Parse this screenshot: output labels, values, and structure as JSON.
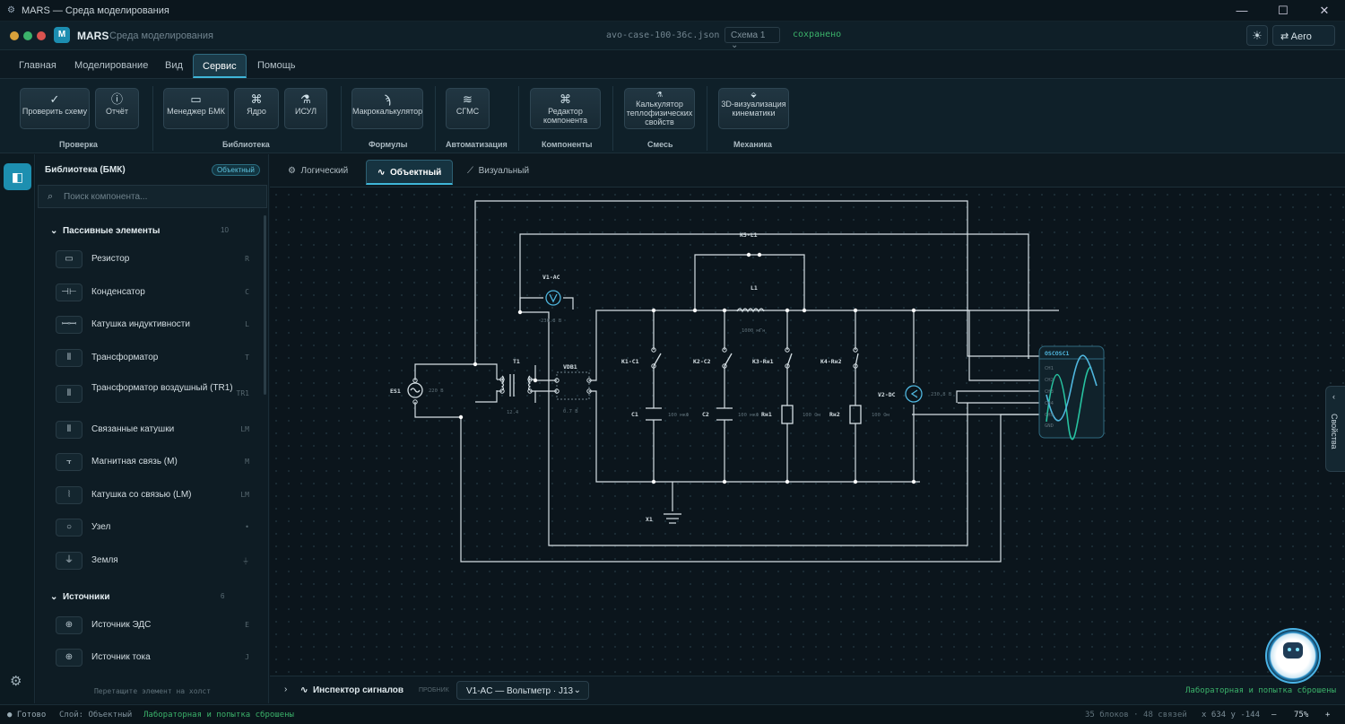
{
  "window": {
    "title": "MARS — Среда моделирования",
    "controls": [
      "—",
      "☐",
      "✕"
    ]
  },
  "header": {
    "app_name": "MARS",
    "app_subtitle": "Среда моделирования",
    "logo": "M",
    "file_name": "avo-case-100-36c.json",
    "scheme": "Схема 1",
    "saved": "сохранено",
    "theme_label": "Aero",
    "dot_colors": [
      "#d9a23b",
      "#3bb26a",
      "#d9534f"
    ]
  },
  "menu": {
    "tabs": [
      "Главная",
      "Моделирование",
      "Вид",
      "Сервис",
      "Помощь"
    ],
    "active": "Сервис"
  },
  "ribbon": {
    "buttons": [
      "Проверить схему",
      "Отчёт",
      "Менеджер БМК",
      "Ядро",
      "ИСУЛ",
      "Макрокалькулятор",
      "СГМС",
      "Редактор компонента",
      "Калькулятор теплофизических свойств",
      "3D-визуализация кинематики"
    ],
    "groups": [
      "Проверка",
      "Библиотека",
      "Формулы",
      "Автоматизация",
      "Компоненты",
      "Смесь",
      "Механика"
    ]
  },
  "library": {
    "title": "Библиотека (БМК)",
    "badge": "Объектный",
    "search_placeholder": "Поиск компонента...",
    "categories": [
      {
        "name": "Пассивные элементы",
        "count": "10",
        "items": [
          {
            "name": "Резистор",
            "key": "R"
          },
          {
            "name": "Конденсатор",
            "key": "C"
          },
          {
            "name": "Катушка индуктивности",
            "key": "L"
          },
          {
            "name": "Трансформатор",
            "key": "T"
          },
          {
            "name": "Трансформатор воздушный (TR1)",
            "key": "TR1"
          },
          {
            "name": "Связанные катушки",
            "key": "LM"
          },
          {
            "name": "Магнитная связь (M)",
            "key": "M"
          },
          {
            "name": "Катушка со связью (LM)",
            "key": "LM"
          },
          {
            "name": "Узел",
            "key": "•"
          },
          {
            "name": "Земля",
            "key": "⏚"
          }
        ]
      },
      {
        "name": "Источники",
        "count": "6",
        "items": [
          {
            "name": "Источник ЭДС",
            "key": "E"
          },
          {
            "name": "Источник тока",
            "key": "J"
          }
        ]
      }
    ],
    "drag_hint": "Перетащите элемент на холст"
  },
  "views": {
    "tabs": [
      "Логический",
      "Объектный",
      "Визуальный"
    ],
    "active": "Объектный"
  },
  "circuit": {
    "labels": {
      "es1": "ES1",
      "es1_val": "220 В",
      "t1": "T1",
      "t1_val": "12.4",
      "v1": "V1-AC",
      "v1_val": "230.8 В",
      "vdb1": "VDB1",
      "vdb1_val": "0.7 В",
      "k5": "K5-L1",
      "l1": "L1",
      "l1_val": "1000 мГн",
      "k1": "K1-C1",
      "k2": "K2-C2",
      "k3": "K3-Rн1",
      "k4": "K4-Rн2",
      "c1": "C1",
      "c1_val": "100 мкФ",
      "c2": "C2",
      "c2_val": "100 мкФ",
      "rn1": "Rн1",
      "rn1_val": "100 Ом",
      "rn2": "Rн2",
      "rn2_val": "100 Ом",
      "v2": "V2-DC",
      "v2_val": "230.8 В",
      "x1": "X1",
      "osc": "OSCOSC1",
      "osc_ch": [
        "CH1",
        "CH2",
        "CH3",
        "CH4",
        "CH5",
        "GND"
      ]
    }
  },
  "side_panel": {
    "label": "Свойства"
  },
  "inspector": {
    "title": "Инспектор сигналов",
    "probe_label": "ПРОБНИК",
    "probe": "V1-AC — Вольтметр · J13",
    "message": "Лабораторная и попытка сброшены"
  },
  "status": {
    "ready": "● Готово",
    "layer": "Слой: Объектный",
    "message": "Лабораторная и попытка сброшены",
    "counts": "35 блоков · 48 связей",
    "coords": "x 634 y -144",
    "zoom": "75%"
  }
}
